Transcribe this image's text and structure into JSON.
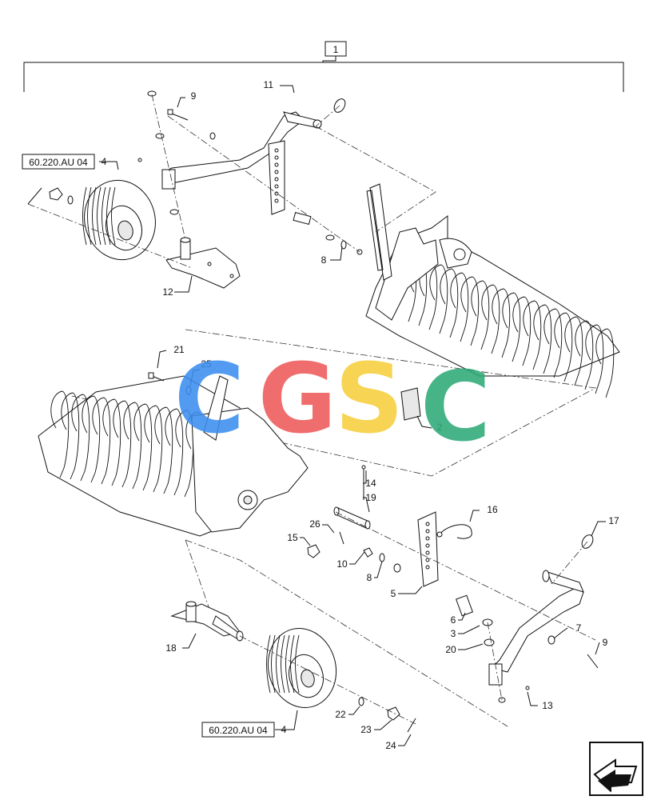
{
  "diagram": {
    "assembly_label": "1",
    "ref_tags": {
      "upper_wheel": "60.220.AU 04",
      "lower_wheel": "60.220.AU 04"
    },
    "watermark": {
      "letters": [
        "C",
        "G",
        "S",
        "C"
      ],
      "colors": [
        "#3b8ef0",
        "#ef5a5a",
        "#f6cf3c",
        "#2eaa78"
      ]
    },
    "callouts": {
      "c1": "2",
      "c2": "3",
      "c3": "4",
      "c4": "4",
      "c5": "5",
      "c6": "6",
      "c7": "7",
      "c8": "8",
      "c9": "8",
      "c10": "9",
      "c11": "9",
      "c12": "10",
      "c13": "11",
      "c14": "12",
      "c15": "13",
      "c16": "14",
      "c17": "15",
      "c18": "16",
      "c19": "17",
      "c20": "18",
      "c21": "19",
      "c22": "20",
      "c23": "21",
      "c24": "22",
      "c25": "23",
      "c26": "24",
      "c27": "25",
      "c28": "26"
    },
    "nav_icon": "next-page-arrow-icon"
  }
}
